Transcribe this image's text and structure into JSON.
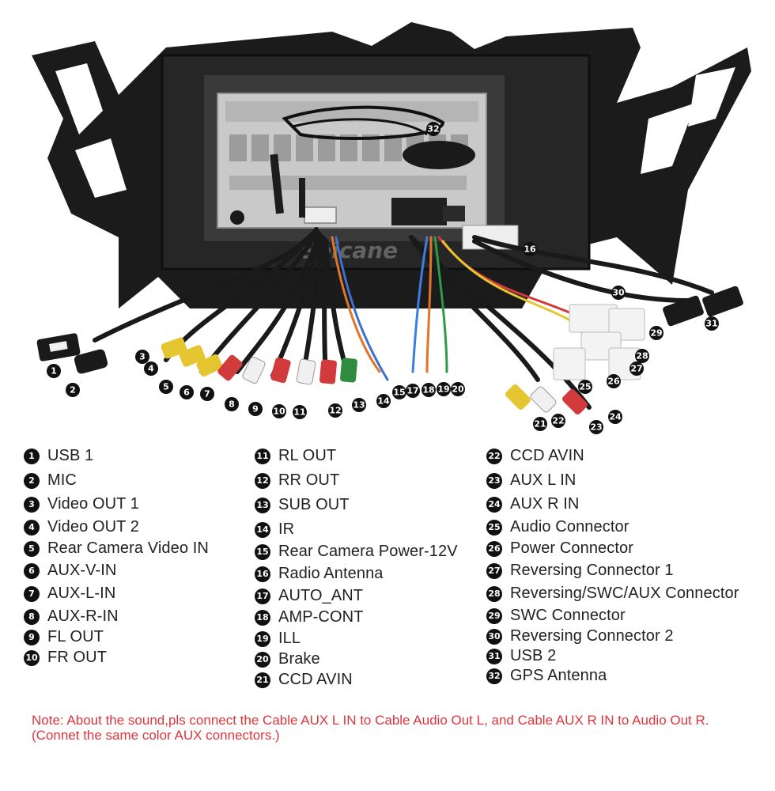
{
  "watermark": "Seicane",
  "legend": {
    "col1": [
      {
        "num": "1",
        "label": "USB 1"
      },
      {
        "num": "2",
        "label": "MIC"
      },
      {
        "num": "3",
        "label": "Video OUT 1"
      },
      {
        "num": "4",
        "label": "Video OUT 2"
      },
      {
        "num": "5",
        "label": "Rear Camera Video IN"
      },
      {
        "num": "6",
        "label": "AUX-V-IN"
      },
      {
        "num": "7",
        "label": "AUX-L-IN"
      },
      {
        "num": "8",
        "label": "AUX-R-IN"
      },
      {
        "num": "9",
        "label": "FL OUT"
      },
      {
        "num": "10",
        "label": "FR OUT"
      }
    ],
    "col2": [
      {
        "num": "11",
        "label": "RL OUT"
      },
      {
        "num": "12",
        "label": "RR OUT"
      },
      {
        "num": "13",
        "label": "SUB OUT"
      },
      {
        "num": "14",
        "label": "IR"
      },
      {
        "num": "15",
        "label": "Rear Camera Power-12V"
      },
      {
        "num": "16",
        "label": "Radio Antenna"
      },
      {
        "num": "17",
        "label": "AUTO_ANT"
      },
      {
        "num": "18",
        "label": "AMP-CONT"
      },
      {
        "num": "19",
        "label": "ILL"
      },
      {
        "num": "20",
        "label": "Brake"
      },
      {
        "num": "21",
        "label": "CCD AVIN"
      }
    ],
    "col3": [
      {
        "num": "22",
        "label": "CCD AVIN"
      },
      {
        "num": "23",
        "label": "AUX L IN"
      },
      {
        "num": "24",
        "label": "AUX R IN"
      },
      {
        "num": "25",
        "label": "Audio Connector"
      },
      {
        "num": "26",
        "label": "Power Connector"
      },
      {
        "num": "27",
        "label": "Reversing Connector 1"
      },
      {
        "num": "28",
        "label": "Reversing/SWC/AUX Connector"
      },
      {
        "num": "29",
        "label": "SWC Connector"
      },
      {
        "num": "30",
        "label": "Reversing Connector 2"
      },
      {
        "num": "31",
        "label": "USB 2"
      },
      {
        "num": "32",
        "label": "GPS Antenna"
      }
    ]
  },
  "callouts": [
    "1",
    "2",
    "3",
    "4",
    "5",
    "6",
    "7",
    "8",
    "9",
    "10",
    "11",
    "12",
    "13",
    "14",
    "15",
    "16",
    "17",
    "18",
    "19",
    "20",
    "21",
    "22",
    "23",
    "24",
    "25",
    "26",
    "27",
    "28",
    "29",
    "30",
    "31",
    "32"
  ],
  "note": "Note: About the sound,pls connect the Cable AUX L IN to Cable Audio Out L, and Cable AUX R IN to Audio Out R.(Connet the same color AUX connectors.)",
  "colors": {
    "note": "#e0353b",
    "badge": "#111111",
    "frame": "#1b1b1b",
    "unit": "#c9c9c9"
  }
}
